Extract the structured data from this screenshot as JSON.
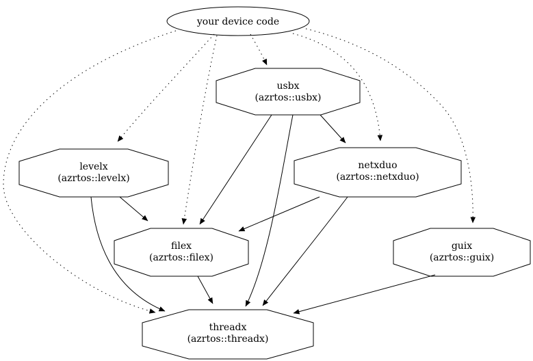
{
  "diagram": {
    "kind": "dependency-graph",
    "background_color": "#ffffff",
    "line_color": "#000000",
    "nodes": {
      "device": {
        "shape": "ellipse",
        "label": "your device code"
      },
      "usbx": {
        "shape": "octagon",
        "name": "usbx",
        "package": "(azrtos::usbx)"
      },
      "levelx": {
        "shape": "octagon",
        "name": "levelx",
        "package": "(azrtos::levelx)"
      },
      "netxduo": {
        "shape": "octagon",
        "name": "netxduo",
        "package": "(azrtos::netxduo)"
      },
      "filex": {
        "shape": "octagon",
        "name": "filex",
        "package": "(azrtos::filex)"
      },
      "guix": {
        "shape": "octagon",
        "name": "guix",
        "package": "(azrtos::guix)"
      },
      "threadx": {
        "shape": "octagon",
        "name": "threadx",
        "package": "(azrtos::threadx)"
      }
    },
    "edges": [
      {
        "from": "device",
        "to": "usbx",
        "style": "dotted"
      },
      {
        "from": "device",
        "to": "levelx",
        "style": "dotted"
      },
      {
        "from": "device",
        "to": "netxduo",
        "style": "dotted"
      },
      {
        "from": "device",
        "to": "filex",
        "style": "dotted"
      },
      {
        "from": "device",
        "to": "guix",
        "style": "dotted"
      },
      {
        "from": "device",
        "to": "threadx",
        "style": "dotted"
      },
      {
        "from": "usbx",
        "to": "netxduo",
        "style": "solid"
      },
      {
        "from": "usbx",
        "to": "filex",
        "style": "solid"
      },
      {
        "from": "usbx",
        "to": "threadx",
        "style": "solid"
      },
      {
        "from": "levelx",
        "to": "filex",
        "style": "solid"
      },
      {
        "from": "levelx",
        "to": "threadx",
        "style": "solid"
      },
      {
        "from": "netxduo",
        "to": "filex",
        "style": "solid"
      },
      {
        "from": "netxduo",
        "to": "threadx",
        "style": "solid"
      },
      {
        "from": "filex",
        "to": "threadx",
        "style": "solid"
      },
      {
        "from": "guix",
        "to": "threadx",
        "style": "solid"
      }
    ]
  }
}
